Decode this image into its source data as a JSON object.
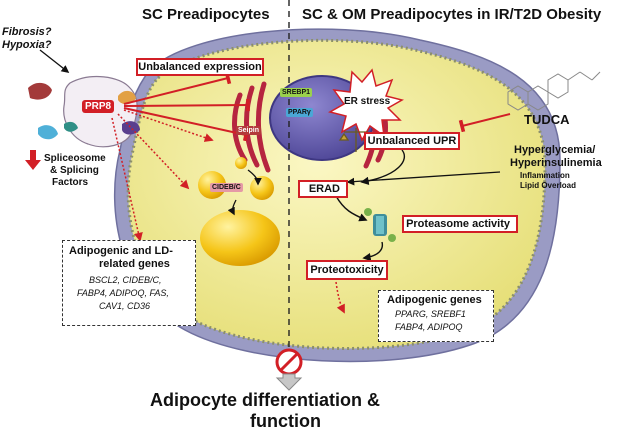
{
  "headers": {
    "left": "SC Preadipocytes",
    "right": "SC & OM Preadipocytes in IR/T2D Obesity"
  },
  "question": {
    "line1": "Fibrosis?",
    "line2": "Hypoxia?"
  },
  "prp8": "PRP8",
  "spliceosome": {
    "line1": "Spliceosome",
    "line2": "& Splicing",
    "line3": "Factors"
  },
  "unbalanced_expression": "Unbalanced expression",
  "organelles": {
    "srebp1": "SREBP1",
    "ppary": "PPARγ",
    "seipin": "Seipin",
    "cideb": "CIDEB/C"
  },
  "er_stress": "ER stress",
  "tudca": "TUDCA",
  "unbalanced_upr": "Unbalanced UPR",
  "hyper": {
    "line1": "Hyperglycemia/",
    "line2": "Hyperinsulinemia",
    "line3": "Inflammation",
    "line4": "Lipid Overload"
  },
  "erad": "ERAD",
  "proteasome": "Proteasome activity",
  "proteotoxicity": "Proteotoxicity",
  "adipogenic_ld": {
    "title1": "Adipogenic and LD-",
    "title2": "related genes",
    "genes1": "BSCL2, CIDEB/C,",
    "genes2": "FABP4, ADIPOQ, FAS,",
    "genes3": "CAV1, CD36"
  },
  "adipogenic_genes": {
    "title": "Adipogenic genes",
    "genes1": "PPARG, SREBF1",
    "genes2": "FABP4, ADIPOQ"
  },
  "outcome": {
    "line1": "Adipocyte differentiation &",
    "line2": "function"
  },
  "colors": {
    "red": "#d21f26",
    "cytoplasm": "#f3ee9a",
    "nucleus": "#6a63b3",
    "er": "#b6253f",
    "lipid": "#f5c518",
    "membrane_shadow": "#8e8fb8"
  }
}
